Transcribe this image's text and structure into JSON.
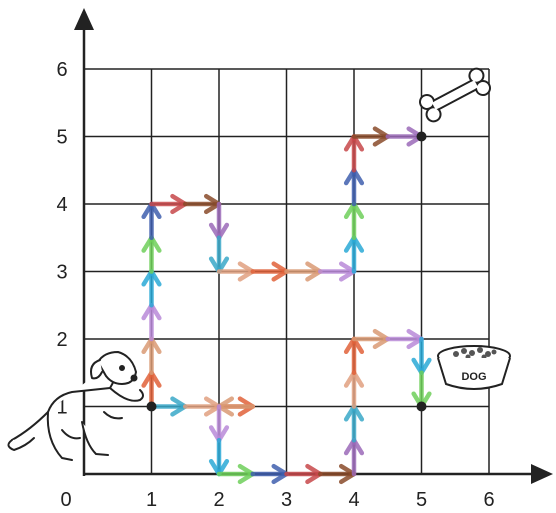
{
  "chart_data": {
    "type": "grid-path-diagram",
    "x_ticks": [
      "0",
      "1",
      "2",
      "3",
      "4",
      "5",
      "6"
    ],
    "y_ticks": [
      "1",
      "2",
      "3",
      "4",
      "5",
      "6"
    ],
    "xlim": [
      0,
      6
    ],
    "ylim": [
      0,
      6
    ],
    "grid": true,
    "start": [
      1,
      1
    ],
    "food_point": [
      5,
      1
    ],
    "bone_point": [
      5,
      5
    ],
    "icons": [
      "dog-icon",
      "bone-icon",
      "dog-bowl-icon"
    ],
    "bowl_label": "DOG",
    "path_to_bone": [
      [
        1,
        1
      ],
      [
        1,
        1.5
      ],
      [
        1,
        2
      ],
      [
        1,
        2.5
      ],
      [
        1,
        3
      ],
      [
        1,
        3.5
      ],
      [
        1,
        4
      ],
      [
        1.5,
        4
      ],
      [
        2,
        4
      ],
      [
        2,
        3.5
      ],
      [
        2,
        3
      ],
      [
        2.5,
        3
      ],
      [
        3,
        3
      ],
      [
        3.5,
        3
      ],
      [
        4,
        3
      ],
      [
        4,
        3.5
      ],
      [
        4,
        4
      ],
      [
        4,
        4.5
      ],
      [
        4,
        5
      ],
      [
        4.5,
        5
      ],
      [
        5,
        5
      ]
    ],
    "path_to_bowl": [
      [
        1,
        1
      ],
      [
        1.5,
        1
      ],
      [
        2,
        1
      ],
      [
        2.5,
        1
      ],
      [
        2,
        1
      ],
      [
        2,
        0.5
      ],
      [
        2,
        0
      ],
      [
        2.5,
        0
      ],
      [
        3,
        0
      ],
      [
        3.5,
        0
      ],
      [
        4,
        0
      ],
      [
        4,
        0.5
      ],
      [
        4,
        1
      ],
      [
        4,
        1.5
      ],
      [
        4,
        2
      ],
      [
        4.5,
        2
      ],
      [
        5,
        2
      ],
      [
        5,
        1.5
      ],
      [
        5,
        1
      ]
    ],
    "arrow_colors": [
      "#e0623a",
      "#d99a74",
      "#b98ad8",
      "#2aa9d6",
      "#6fcf5a",
      "#3f5fae",
      "#c7484a",
      "#8a4b2a",
      "#9b6ab8",
      "#3aa8c8",
      "#e0a080"
    ]
  }
}
